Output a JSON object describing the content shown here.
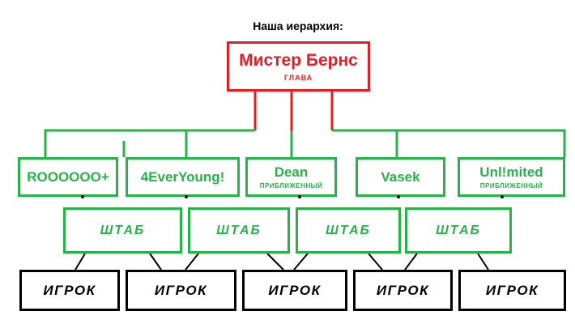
{
  "title": "Наша иерархия:",
  "boss": {
    "name": "Мистер Бернс",
    "role": "ГЛАВА"
  },
  "deputies": [
    {
      "name": "ROOOOOO+",
      "note": ""
    },
    {
      "name": "4EverYoung!",
      "note": ""
    },
    {
      "name": "Dean",
      "note": "ПРИБЛИЖЕННЫЙ"
    },
    {
      "name": "Vasek",
      "note": ""
    },
    {
      "name": "Unl!mited",
      "note": "ПРИБЛИЖЕННЫЙ"
    }
  ],
  "staff_label": "ШТАБ",
  "player_label": "ИГРОК",
  "colors": {
    "boss": "#e21e26",
    "deputy": "#27b24a",
    "staff": "#27b24a",
    "player": "#000000"
  }
}
